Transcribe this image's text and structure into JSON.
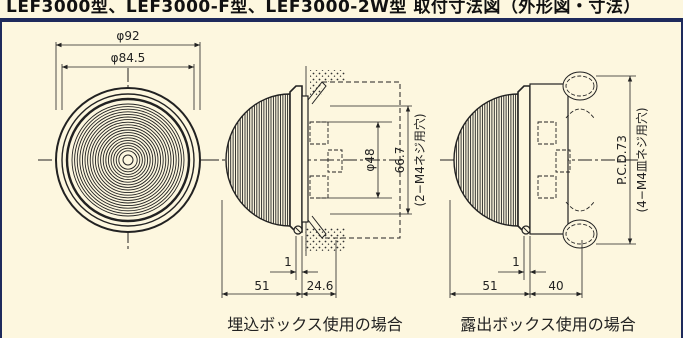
{
  "header": {
    "title": "LEF3000型、LEF3000-F型、LEF3000-2W型 取付寸法図（外形図・寸法）"
  },
  "front_view": {
    "dim_outer": "φ92",
    "dim_inner": "φ84.5"
  },
  "embedded_view": {
    "dim_bolt_circle": "φ48",
    "dim_height": "66.7",
    "dim_screw": "(2−M4ネジ用穴)",
    "dim_gap": "1",
    "dim_depth": "51",
    "dim_box": "24.6",
    "caption": "埋込ボックス使用の場合"
  },
  "surface_view": {
    "dim_pcd": "P.C.D.73",
    "dim_screw": "(4−M4皿ネジ用穴)",
    "dim_gap": "1",
    "dim_depth": "51",
    "dim_box": "40",
    "caption": "露出ボックス使用の場合"
  },
  "colors": {
    "background": "#fdf7df",
    "frame": "#1e2a5c",
    "line": "#222222"
  }
}
